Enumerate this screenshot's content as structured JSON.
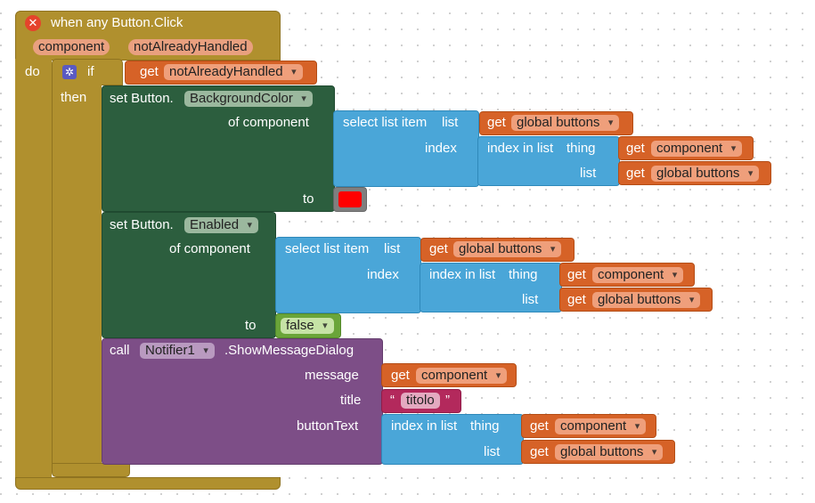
{
  "event": {
    "title": "when any Button.Click",
    "param1": "component",
    "param2": "notAlreadyHandled",
    "do": "do"
  },
  "ifblock": {
    "if": "if",
    "then": "then",
    "cond_get": "get",
    "cond_var": "notAlreadyHandled"
  },
  "set1": {
    "set": "set Button.",
    "prop": "BackgroundColor",
    "of_component": "of component",
    "to": "to",
    "color": "#ff0000"
  },
  "set1_select": {
    "label": "select list item",
    "list": "list",
    "index": "index",
    "get": "get",
    "list_var": "global buttons"
  },
  "set1_index": {
    "label": "index in list",
    "thing": "thing",
    "list": "list",
    "get": "get",
    "thing_var": "component",
    "list_var": "global buttons"
  },
  "set2": {
    "set": "set Button.",
    "prop": "Enabled",
    "of_component": "of component",
    "to": "to",
    "value": "false"
  },
  "set2_select": {
    "label": "select list item",
    "list": "list",
    "index": "index",
    "get": "get",
    "list_var": "global buttons"
  },
  "set2_index": {
    "label": "index in list",
    "thing": "thing",
    "list": "list",
    "get": "get",
    "thing_var": "component",
    "list_var": "global buttons"
  },
  "call": {
    "call": "call",
    "component": "Notifier1",
    "method": ".ShowMessageDialog",
    "message": "message",
    "title": "title",
    "buttonText": "buttonText"
  },
  "call_msg": {
    "get": "get",
    "var": "component"
  },
  "call_title": {
    "open_quote": "“",
    "text": "titolo",
    "close_quote": "”"
  },
  "call_index": {
    "label": "index in list",
    "thing": "thing",
    "list": "list",
    "get": "get",
    "thing_var": "component",
    "list_var": "global buttons"
  },
  "icons": {
    "error": "error-icon",
    "mutator": "gear-icon"
  }
}
